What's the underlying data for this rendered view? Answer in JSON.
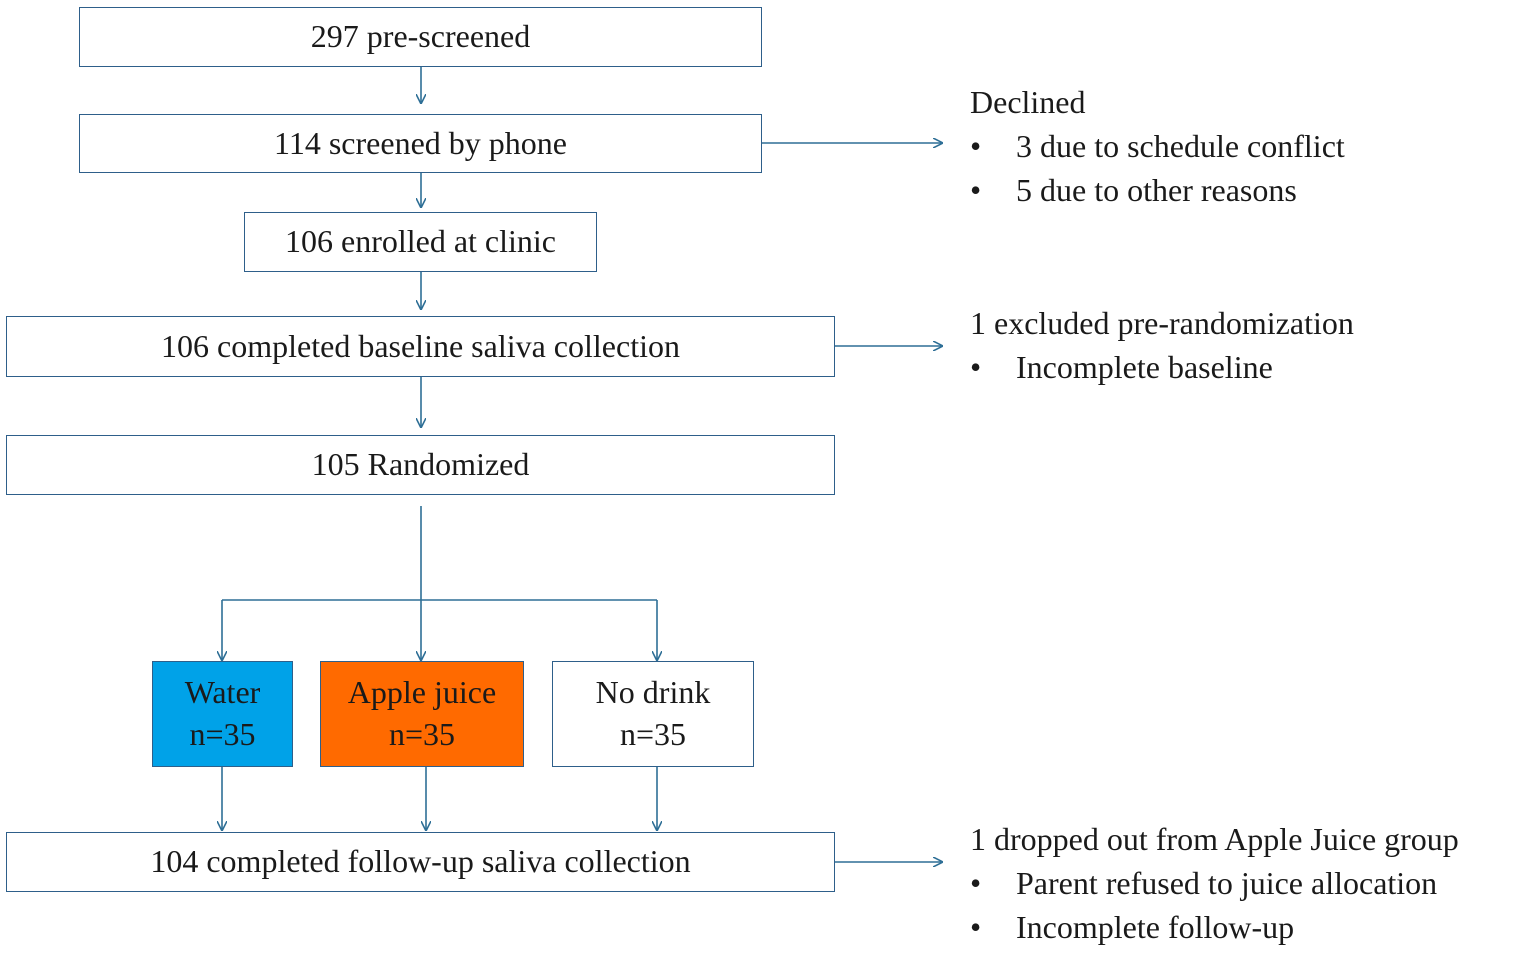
{
  "flow": {
    "prescreened": "297 pre-screened",
    "phone": "114 screened by phone",
    "enrolled": "106 enrolled at clinic",
    "baseline": "106 completed baseline saliva collection",
    "randomized": "105 Randomized",
    "followup": "104 completed follow-up saliva collection"
  },
  "arms": [
    {
      "name": "Water",
      "n": "n=35",
      "color": "#00a2e8"
    },
    {
      "name": "Apple juice",
      "n": "n=35",
      "color": "#ff6a00"
    },
    {
      "name": "No drink",
      "n": "n=35",
      "color": "#ffffff"
    }
  ],
  "side_notes": {
    "declined": {
      "heading": "Declined",
      "items": [
        "3 due to schedule conflict",
        "5 due to other reasons"
      ]
    },
    "excluded": {
      "heading": "1 excluded pre-randomization",
      "items": [
        "Incomplete baseline"
      ]
    },
    "dropped": {
      "heading": "1 dropped out from Apple Juice group",
      "items": [
        "Parent refused to juice allocation",
        "Incomplete follow-up"
      ]
    }
  },
  "bullet_glyph": "•",
  "colors": {
    "border": "#2e5f8a",
    "arrow": "#2e6f96"
  }
}
